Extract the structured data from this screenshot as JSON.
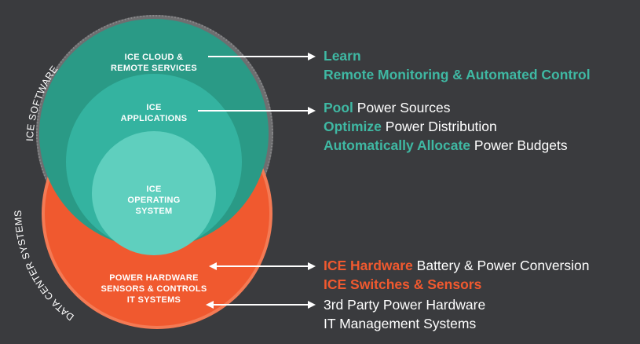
{
  "colors": {
    "background": "#3a3b3e",
    "teal_outer": "#2a9a86",
    "teal_mid": "#34b3a0",
    "teal_inner": "#5fcfbe",
    "orange": "#f0592f",
    "gray_ring": "#6e6e70",
    "text_white": "#ffffff",
    "text_teal": "#3fb8a3",
    "text_orange": "#f0592f"
  },
  "arc_labels": {
    "software": "ICE SOFTWARE",
    "systems": "DATA CENTER SYSTEMS"
  },
  "circles": {
    "cloud": [
      "ICE CLOUD &",
      "REMOTE SERVICES"
    ],
    "apps": [
      "ICE",
      "APPLICATIONS"
    ],
    "os": [
      "ICE",
      "OPERATING",
      "SYSTEM"
    ],
    "hardware": [
      "POWER HARDWARE",
      "SENSORS & CONTROLS",
      "IT SYSTEMS"
    ]
  },
  "right_text": {
    "learn": {
      "highlight": "Learn"
    },
    "remote": {
      "highlight": "Remote Monitoring & Automated Control"
    },
    "pool": {
      "highlight": "Pool",
      "rest": " Power Sources"
    },
    "optimize": {
      "highlight": "Optimize",
      "rest": " Power Distribution"
    },
    "allocate": {
      "highlight": "Automatically Allocate",
      "rest": " Power Budgets"
    },
    "ice_hardware": {
      "highlight": "ICE Hardware",
      "rest": " Battery & Power Conversion"
    },
    "ice_switches": {
      "highlight": "ICE Switches & Sensors"
    },
    "third_party": {
      "rest": "3rd Party Power Hardware"
    },
    "it_mgmt": {
      "rest": "IT Management Systems"
    }
  }
}
